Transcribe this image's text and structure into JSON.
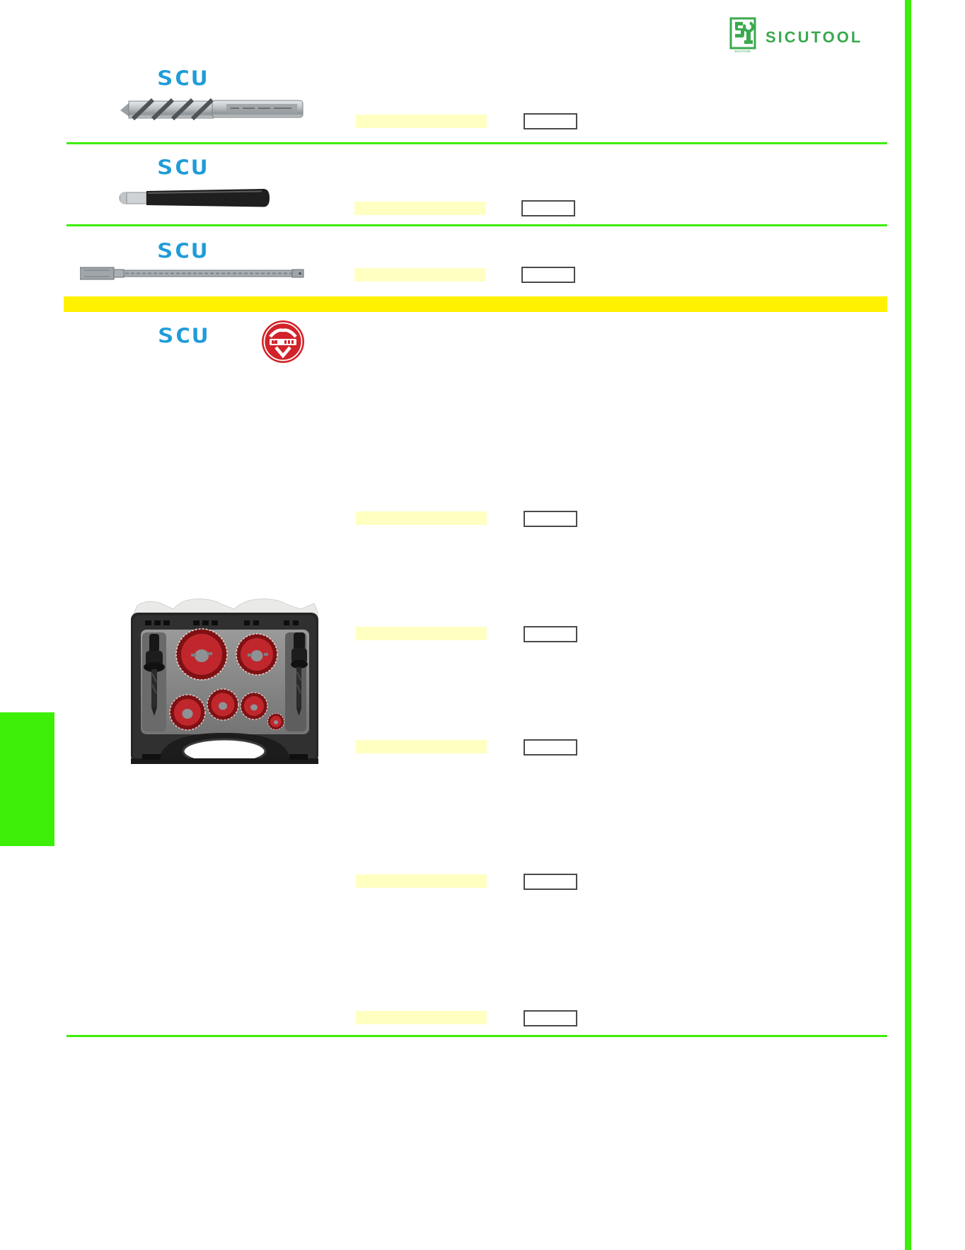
{
  "brand": {
    "name": "SICUTOOL",
    "logo_small": "SICUTOOL"
  },
  "scu": {
    "label": "SCU"
  },
  "colors": {
    "accent_green": "#3DEE06",
    "brand_green": "#3AA94E",
    "scu_blue": "#1E9CD8",
    "pale_yellow_highlight": "#FFFFC2",
    "bright_yellow_band": "#FFF100",
    "price_box_border": "#4A4A4A",
    "badge_red": "#D2232A",
    "hole_saw_red": "#C0272D"
  },
  "products": [
    {
      "logo": "SCU",
      "image": "stub-drill-bit"
    },
    {
      "logo": "SCU",
      "image": "carbide-tip-pilot-drill"
    },
    {
      "logo": "SCU",
      "image": "extension-rod"
    },
    {
      "logo": "SCU",
      "image": "hole-saw-kit-case",
      "badge": "red-brand-badge"
    }
  ],
  "rows": {
    "count": 8,
    "note_fields": [
      "highlight",
      "empty-box"
    ]
  }
}
